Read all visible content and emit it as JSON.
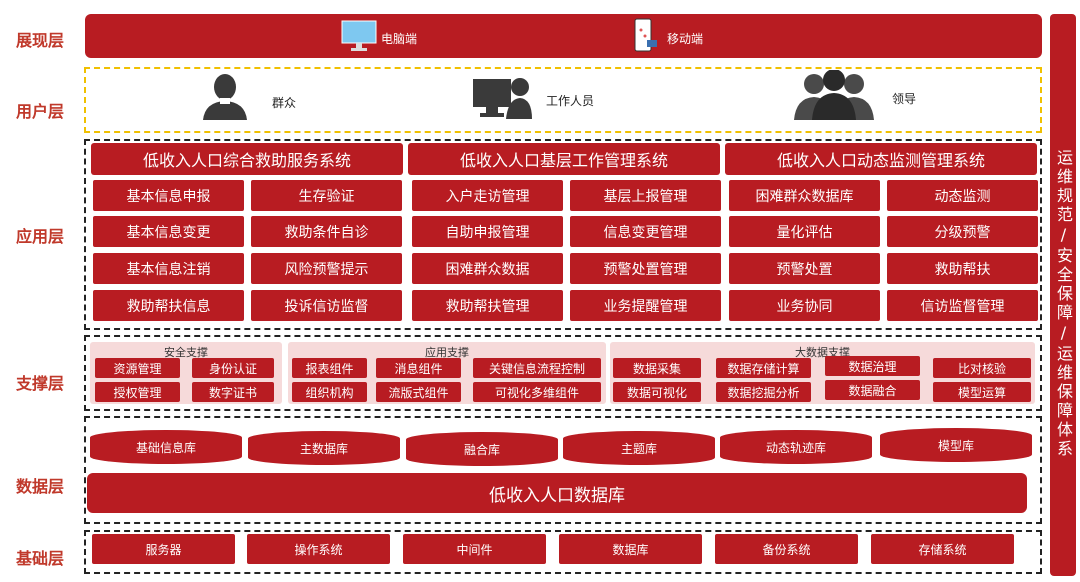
{
  "layers": {
    "presentation": "展现层",
    "user": "用户层",
    "application": "应用层",
    "support": "支撑层",
    "data": "数据层",
    "infrastructure": "基础层"
  },
  "presentation": {
    "pc": "电脑端",
    "mobile": "移动端"
  },
  "users": {
    "masses": "群众",
    "staff": "工作人员",
    "leader": "领导"
  },
  "systems": [
    {
      "title": "低收入人口综合救助服务系统",
      "items": [
        "基本信息申报",
        "生存验证",
        "基本信息变更",
        "救助条件自诊",
        "基本信息注销",
        "风险预警提示",
        "救助帮扶信息",
        "投诉信访监督"
      ]
    },
    {
      "title": "低收入人口基层工作管理系统",
      "items": [
        "入户走访管理",
        "基层上报管理",
        "自助申报管理",
        "信息变更管理",
        "困难群众数据",
        "预警处置管理",
        "救助帮扶管理",
        "业务提醒管理"
      ]
    },
    {
      "title": "低收入人口动态监测管理系统",
      "items": [
        "困难群众数据库",
        "动态监测",
        "量化评估",
        "分级预警",
        "预警处置",
        "救助帮扶",
        "业务协同",
        "信访监督管理"
      ]
    }
  ],
  "support": {
    "security": {
      "title": "安全支撑",
      "items": [
        "资源管理",
        "身份认证",
        "授权管理",
        "数字证书"
      ]
    },
    "app": {
      "title": "应用支撑",
      "items": [
        "报表组件",
        "消息组件",
        "关键信息流程控制",
        "组织机构",
        "流版式组件",
        "可视化多维组件"
      ]
    },
    "bigdata": {
      "title": "大数据支撑",
      "items": [
        "数据采集",
        "数据存储计算",
        "数据治理",
        "比对核验",
        "数据可视化",
        "数据挖掘分析",
        "数据融合",
        "模型运算"
      ]
    }
  },
  "data": {
    "dbs": [
      "基础信息库",
      "主数据库",
      "融合库",
      "主题库",
      "动态轨迹库",
      "模型库"
    ],
    "main": "低收入人口数据库"
  },
  "infra": [
    "服务器",
    "操作系统",
    "中间件",
    "数据库",
    "备份系统",
    "存储系统"
  ],
  "side_bar": "运维规范/安全保障/运维保障体系",
  "colors": {
    "primary": "#b81c22",
    "label": "#c0392b",
    "user_border": "#f0c000"
  }
}
